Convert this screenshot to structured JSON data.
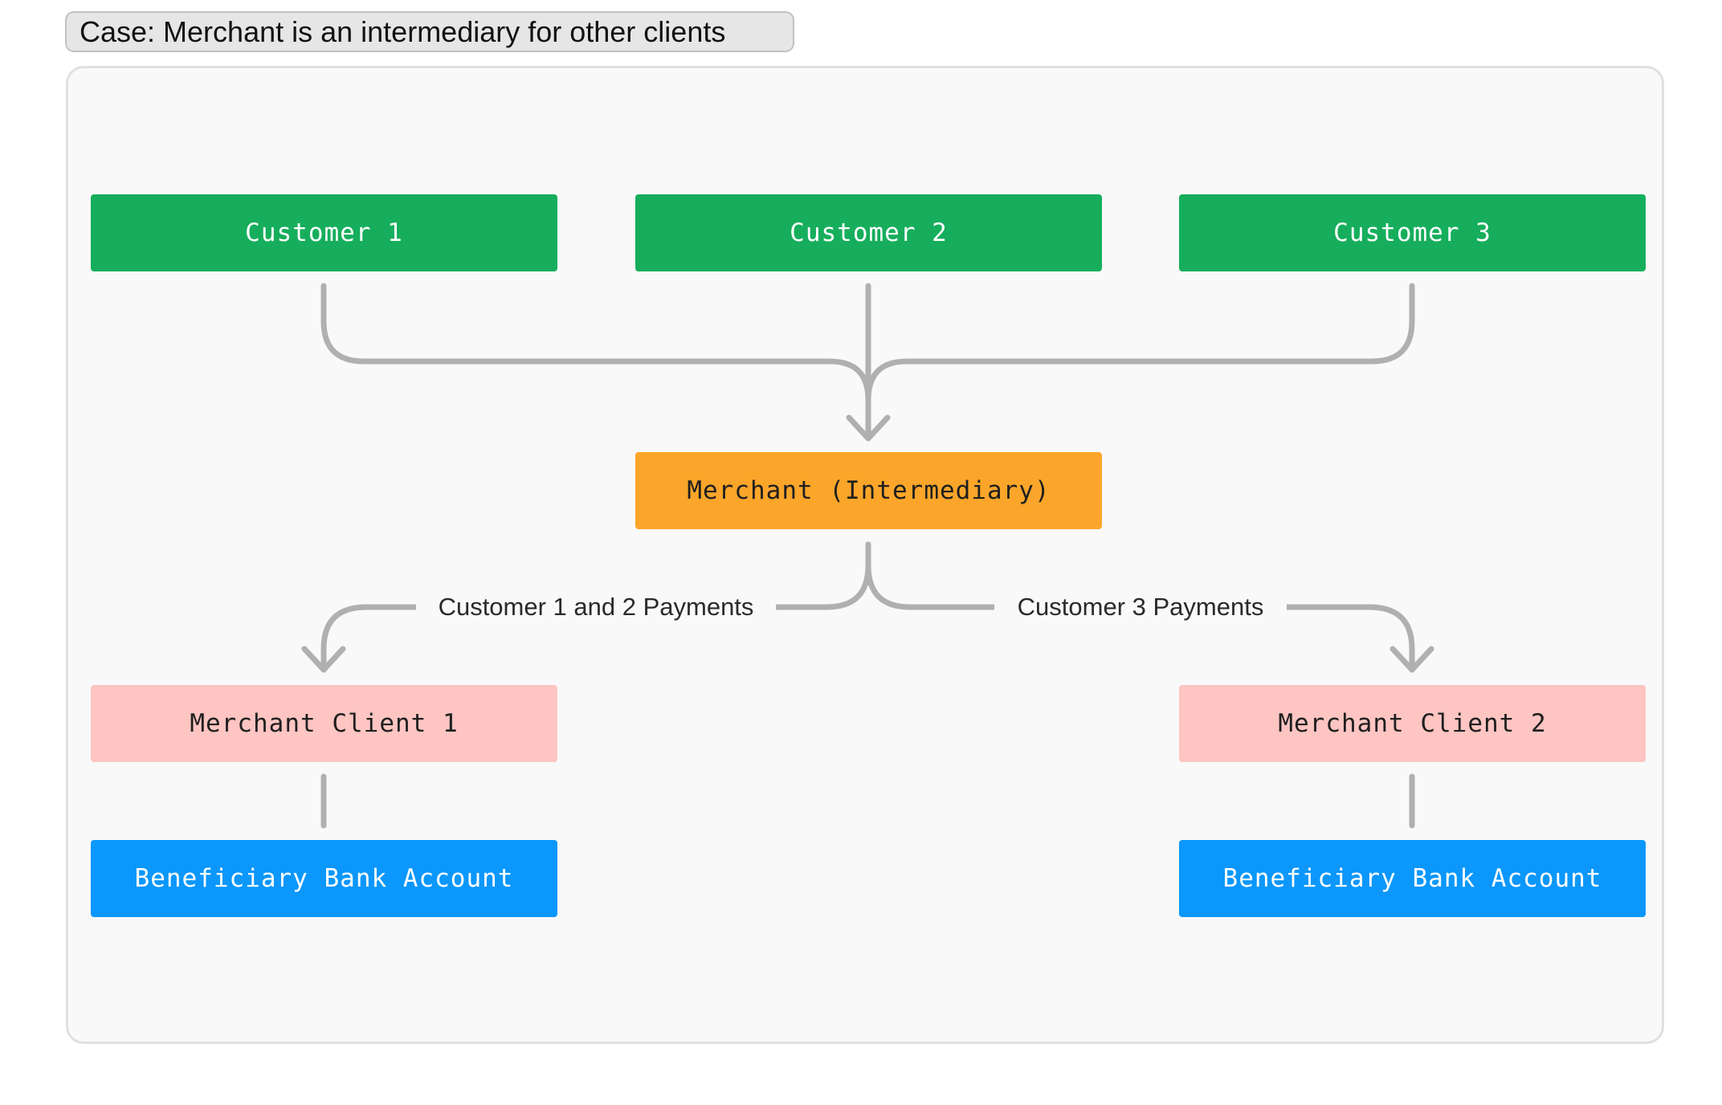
{
  "title": "Case: Merchant is an intermediary for other clients",
  "nodes": {
    "customer_1": "Customer 1",
    "customer_2": "Customer 2",
    "customer_3": "Customer 3",
    "merchant": "Merchant (Intermediary)",
    "merchant_client_1": "Merchant Client 1",
    "merchant_client_2": "Merchant Client 2",
    "beneficiary_1": "Beneficiary Bank Account",
    "beneficiary_2": "Beneficiary Bank Account"
  },
  "edge_labels": {
    "to_client_1": "Customer 1 and 2 Payments",
    "to_client_2": "Customer 3 Payments"
  },
  "colors": {
    "customer": "#16ae5c",
    "merchant": "#fba62a",
    "merchant_client": "#fec5c2",
    "beneficiary": "#0b97fb",
    "connector": "#b0b0b0"
  }
}
